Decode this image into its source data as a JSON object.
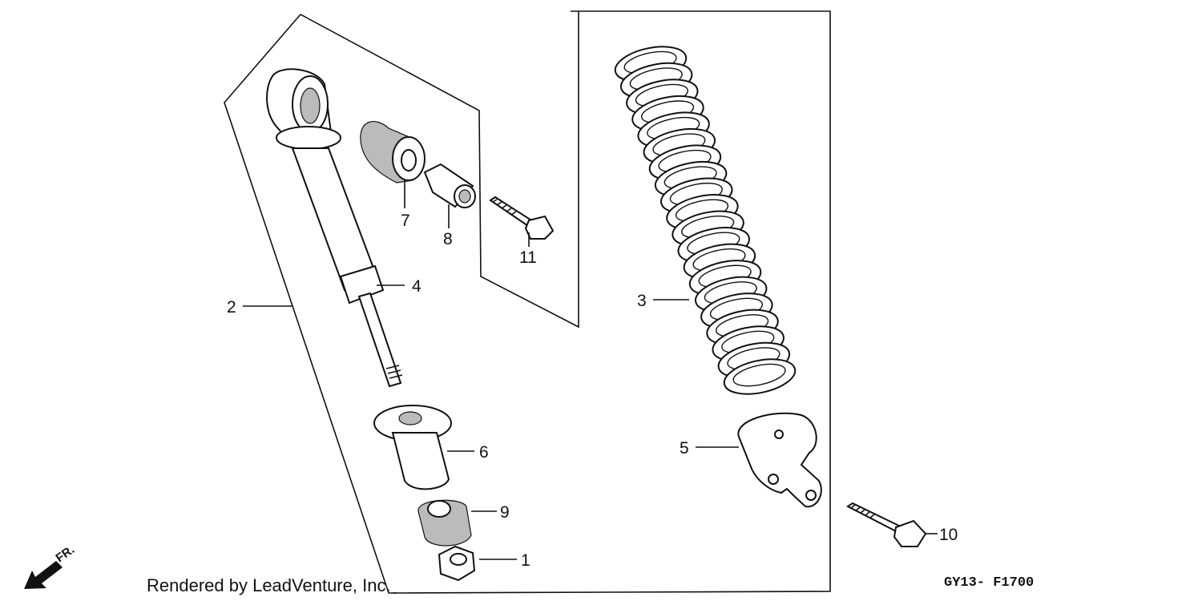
{
  "callouts": {
    "p1": "1",
    "p2": "2",
    "p3": "3",
    "p4": "4",
    "p5": "5",
    "p6": "6",
    "p7": "7",
    "p8": "8",
    "p9": "9",
    "p10": "10",
    "p11": "11"
  },
  "direction_label": "FR.",
  "credit": "Rendered by LeadVenture, Inc.",
  "diagram_code": "GY13- F1700",
  "icons": {
    "direction": "front-direction-arrow-icon"
  }
}
